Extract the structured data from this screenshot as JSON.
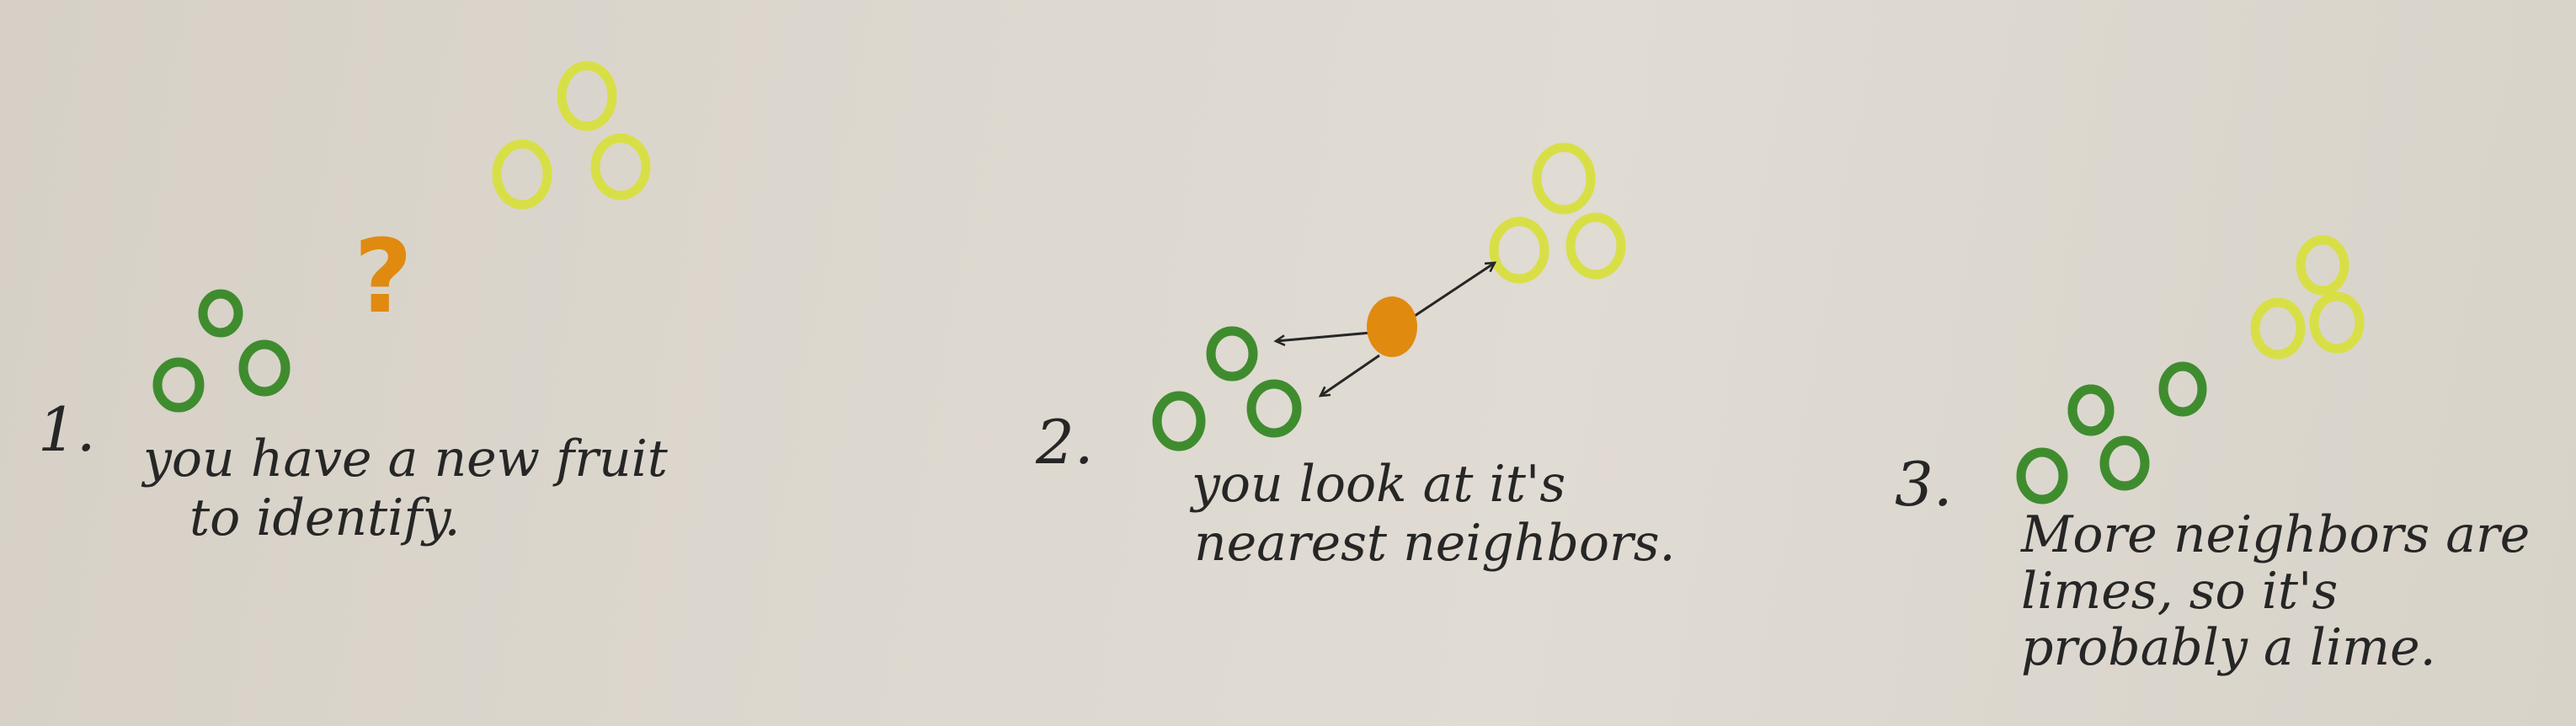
{
  "colors": {
    "lime": "#3f8c2f",
    "lemon": "#d8df46",
    "unknown": "#e08a10",
    "ink": "#262626",
    "paper": "#ddd8cf"
  },
  "steps": [
    {
      "number": "1.",
      "caption_lines": [
        "you have a new fruit",
        "to identify."
      ],
      "unknown_symbol": "?"
    },
    {
      "number": "2.",
      "caption_lines": [
        "you look at it's",
        "nearest neighbors."
      ]
    },
    {
      "number": "3.",
      "caption_lines": [
        "More neighbors are",
        "limes, so it's",
        "probably a lime."
      ]
    }
  ]
}
